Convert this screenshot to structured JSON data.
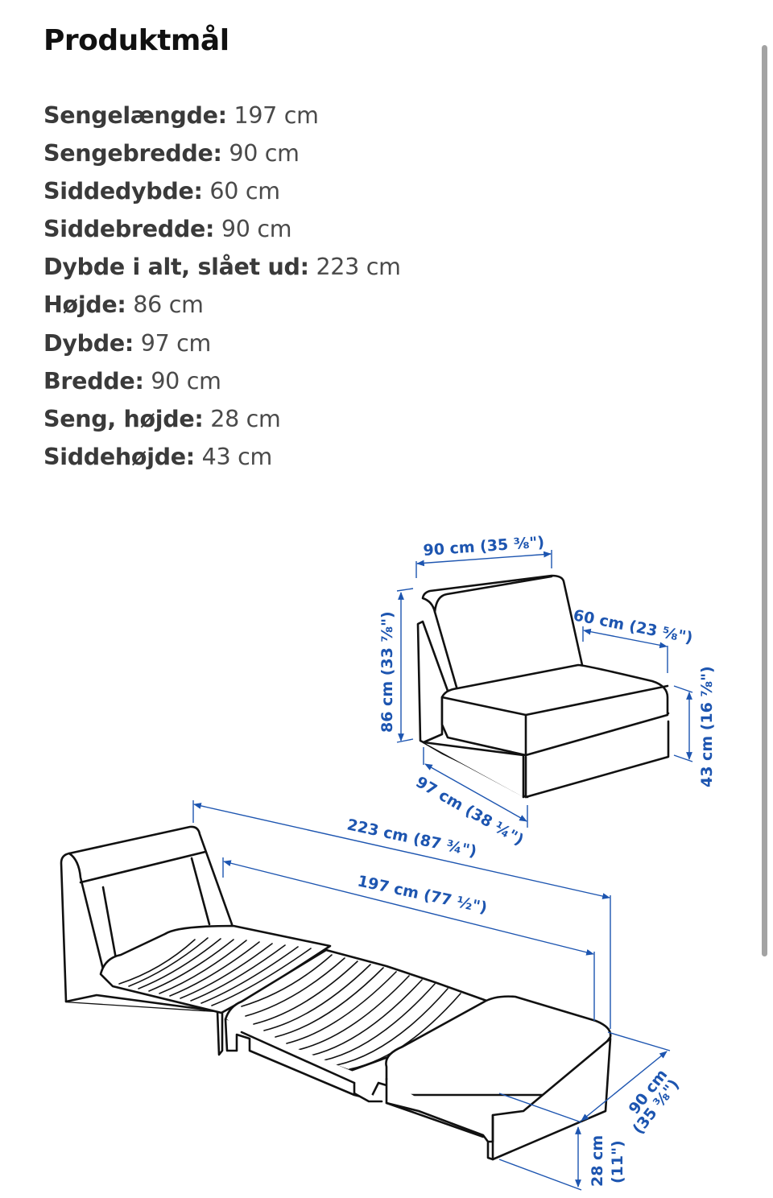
{
  "header": {
    "title": "Produktmål"
  },
  "specs": [
    {
      "label": "Sengelængde:",
      "value": "197 cm"
    },
    {
      "label": "Sengebredde:",
      "value": "90 cm"
    },
    {
      "label": "Siddedybde:",
      "value": "60 cm"
    },
    {
      "label": "Siddebredde:",
      "value": "90 cm"
    },
    {
      "label": "Dybde i alt, slået ud:",
      "value": "223 cm"
    },
    {
      "label": "Højde:",
      "value": "86 cm"
    },
    {
      "label": "Dybde:",
      "value": "97 cm"
    },
    {
      "label": "Bredde:",
      "value": "90 cm"
    },
    {
      "label": "Seng, højde:",
      "value": "28 cm"
    },
    {
      "label": "Siddehøjde:",
      "value": "43 cm"
    }
  ],
  "diagram": {
    "accent_color": "#1d55b0",
    "line_color": "#111111",
    "chair": {
      "width_label": "90 cm (35 ⅜\")",
      "seat_depth_label": "60 cm (23 ⅝\")",
      "height_label": "86 cm (33 ⅞\")",
      "seat_height_label": "43 cm (16 ⅞\")",
      "depth_label": "97 cm (38 ¼\")"
    },
    "bed": {
      "total_depth_label": "223 cm (87 ¾\")",
      "bed_length_label": "197 cm (77 ½\")",
      "bed_width_label_line1": "90 cm",
      "bed_width_label_line2": "(35 ⅜\")",
      "bed_height_label_line1": "28 cm",
      "bed_height_label_line2": "(11\")"
    }
  },
  "scrollbar": {
    "color": "#a3a3a3"
  }
}
